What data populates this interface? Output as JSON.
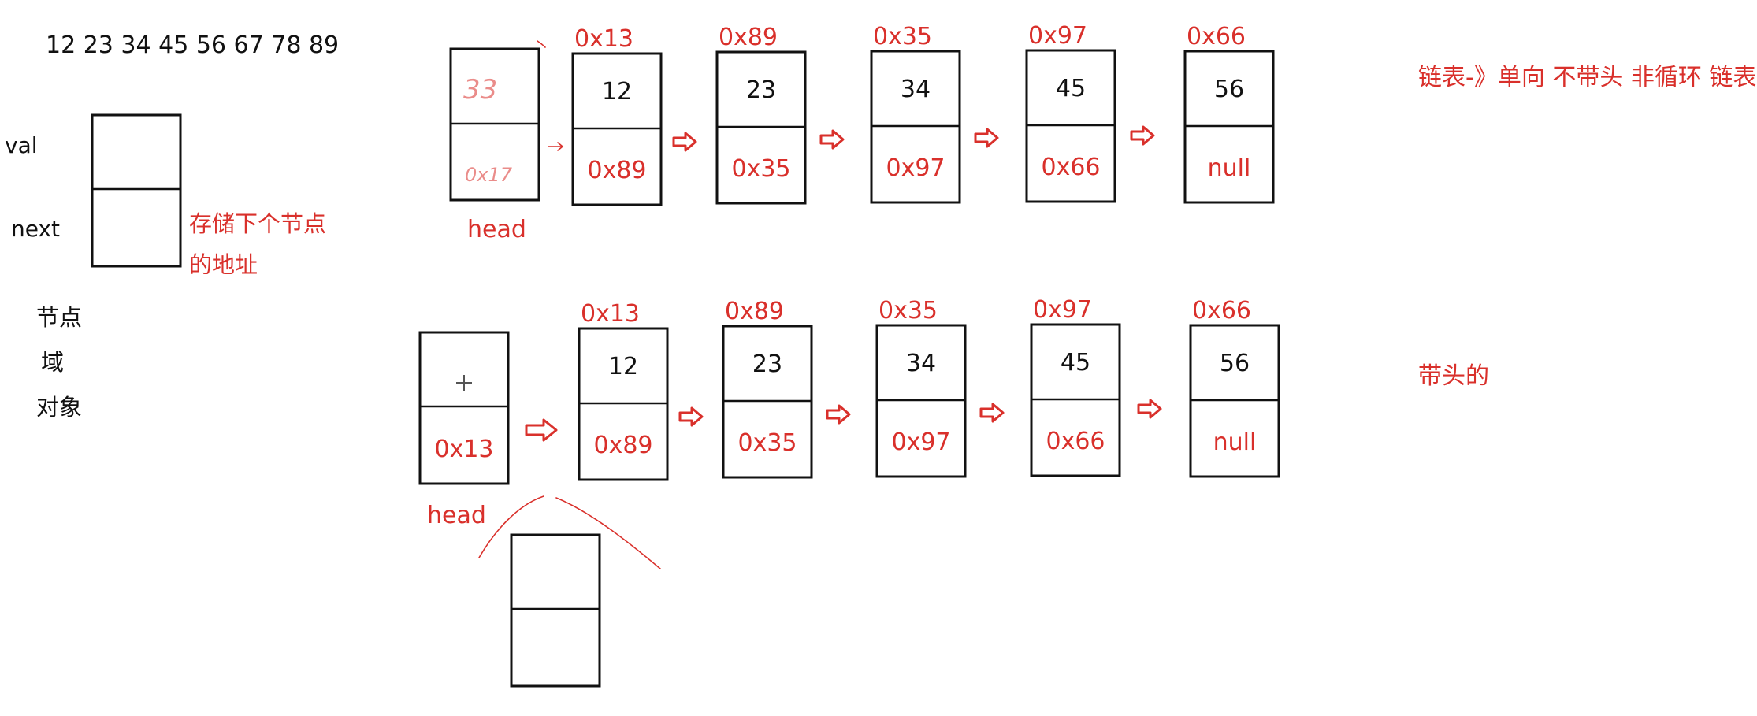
{
  "sequence_text": "12 23 34 45 56 67 78 89",
  "legend": {
    "val_label": "val",
    "next_label": "next",
    "next_note_line1": "存储下个节点",
    "next_note_line2": "的地址",
    "terms": [
      "节点",
      "域",
      "对象"
    ]
  },
  "list1": {
    "title": "链表-》单向 不带头 非循环 链表",
    "head_label": "head",
    "head_val_scribble": "33",
    "head_next_scribble": "0x17",
    "nodes": [
      {
        "addr": "0x13",
        "val": "12",
        "next": "0x89"
      },
      {
        "addr": "0x89",
        "val": "23",
        "next": "0x35"
      },
      {
        "addr": "0x35",
        "val": "34",
        "next": "0x97"
      },
      {
        "addr": "0x97",
        "val": "45",
        "next": "0x66"
      },
      {
        "addr": "0x66",
        "val": "56",
        "next": "null"
      }
    ]
  },
  "list2": {
    "title": "带头的",
    "head_label": "head",
    "head_next": "0x13",
    "nodes": [
      {
        "addr": "0x13",
        "val": "12",
        "next": "0x89"
      },
      {
        "addr": "0x89",
        "val": "23",
        "next": "0x35"
      },
      {
        "addr": "0x35",
        "val": "34",
        "next": "0x97"
      },
      {
        "addr": "0x97",
        "val": "45",
        "next": "0x66"
      },
      {
        "addr": "0x66",
        "val": "56",
        "next": "null"
      }
    ]
  },
  "colors": {
    "ink": "#111111",
    "annotation_red": "#d9302b"
  }
}
